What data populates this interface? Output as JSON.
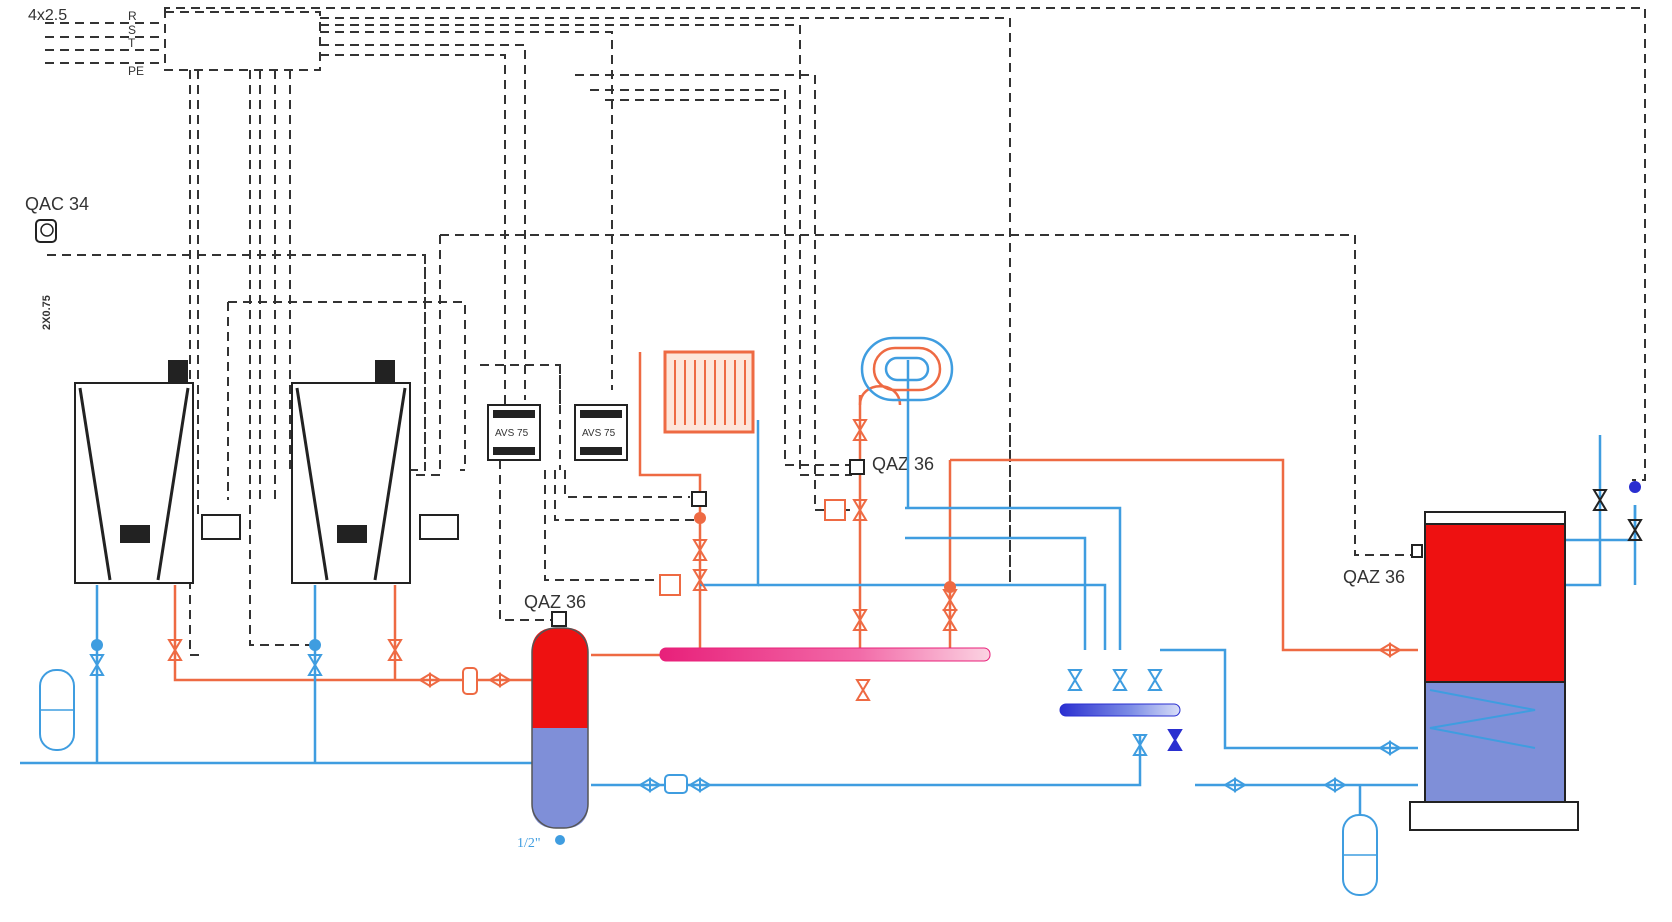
{
  "labels": {
    "cable_power": "4x2.5",
    "terminal_r": "R",
    "terminal_s": "S",
    "terminal_t": "T",
    "terminal_pe": "PE",
    "room_sensor": "QAC 34",
    "cable_sensor": "2X0.75",
    "controller_1": "AVS 75",
    "controller_2": "AVS 75",
    "sensor_mixing": "QAZ 36",
    "sensor_header": "QAZ 36",
    "sensor_tank": "QAZ 36",
    "drain_size": "1/2\""
  },
  "colors": {
    "hot": "#ee6a43",
    "cold": "#3f9de0",
    "tank_hot": "#ee1111",
    "tank_cold": "#7f8fd8",
    "control_wire": "#333333"
  }
}
